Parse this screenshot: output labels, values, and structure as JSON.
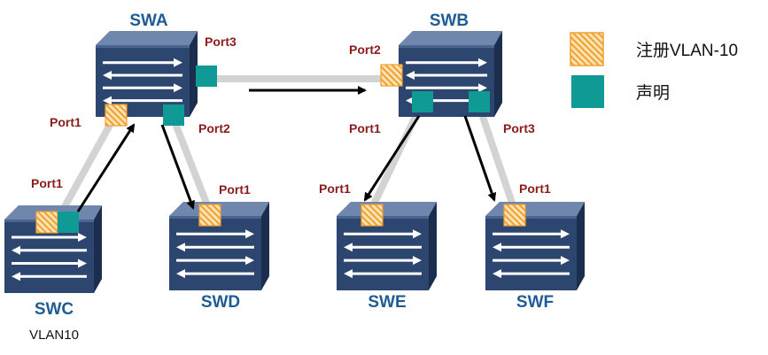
{
  "colors": {
    "switch_top": "#6f87ad",
    "switch_body": "#2d4670",
    "switch_side": "#1b2e4e",
    "link": "#d3d3d3",
    "arrow": "#000000",
    "register_fill": "#ffe3b3",
    "register_stripe": "#f0a030",
    "declare": "#0f9a95",
    "switch_label": "#1f5c96",
    "port_label": "#8b1c1c"
  },
  "switches": {
    "swa": {
      "label": "SWA"
    },
    "swb": {
      "label": "SWB"
    },
    "swc": {
      "label": "SWC",
      "sublabel": "VLAN10"
    },
    "swd": {
      "label": "SWD"
    },
    "swe": {
      "label": "SWE"
    },
    "swf": {
      "label": "SWF"
    }
  },
  "ports": {
    "swa_port3": "Port3",
    "swa_port1": "Port1",
    "swa_port2": "Port2",
    "swb_port2": "Port2",
    "swb_port1": "Port1",
    "swb_port3": "Port3",
    "swc_port1": "Port1",
    "swd_port1": "Port1",
    "swe_port1": "Port1",
    "swf_port1": "Port1"
  },
  "legend": {
    "register": {
      "label": "注册VLAN-10",
      "icon": "register-marker"
    },
    "declare": {
      "label": "声明",
      "icon": "declare-marker"
    }
  }
}
